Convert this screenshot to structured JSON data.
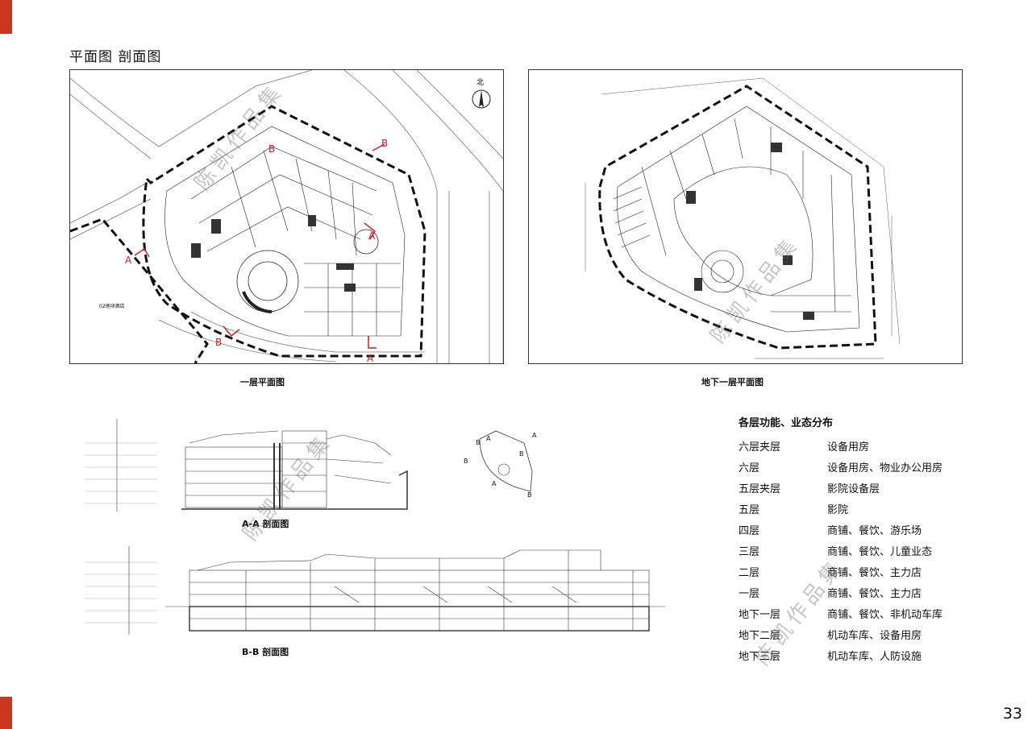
{
  "page": {
    "title": "平面图 剖面图",
    "page_number": "33",
    "watermark": "陈凯作品集"
  },
  "plans": {
    "ground": {
      "caption": "一层平面图",
      "north_label": "北",
      "hotel_label": "02地块酒店",
      "section_marks": [
        "A",
        "A",
        "A",
        "B",
        "B",
        "B"
      ]
    },
    "basement": {
      "caption": "地下一层平面图"
    }
  },
  "sections": {
    "aa": {
      "caption": "A-A 剖面图"
    },
    "bb": {
      "caption": "B-B 剖面图"
    },
    "key_marks": [
      "A",
      "A",
      "B",
      "B",
      "B",
      "B",
      "A"
    ]
  },
  "functions": {
    "title": "各层功能、业态分布",
    "rows": [
      {
        "floor": "六层夹层",
        "use": "设备用房"
      },
      {
        "floor": "六层",
        "use": "设备用房、物业办公用房"
      },
      {
        "floor": "五层夹层",
        "use": "影院设备层"
      },
      {
        "floor": "五层",
        "use": "影院"
      },
      {
        "floor": "四层",
        "use": "商铺、餐饮、游乐场"
      },
      {
        "floor": "三层",
        "use": "商铺、餐饮、儿童业态"
      },
      {
        "floor": "二层",
        "use": "商铺、餐饮、主力店"
      },
      {
        "floor": "一层",
        "use": "商铺、餐饮、主力店"
      },
      {
        "floor": "地下一层",
        "use": "商铺、餐饮、非机动车库"
      },
      {
        "floor": "地下二层",
        "use": "机动车库、设备用房"
      },
      {
        "floor": "地下三层",
        "use": "机动车库、人防设施"
      }
    ]
  },
  "colors": {
    "accent": "#c9381e",
    "section_mark": "#cc1f1f"
  }
}
